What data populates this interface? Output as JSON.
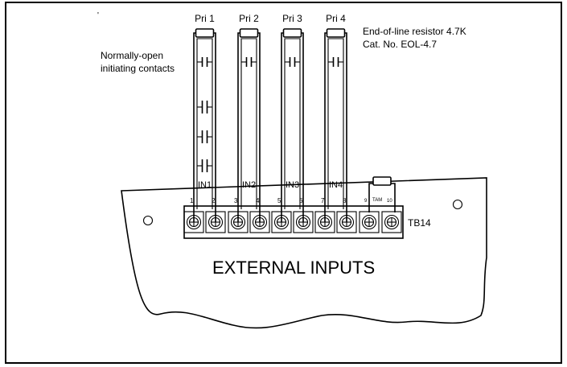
{
  "primaries": [
    "Pri 1",
    "Pri 2",
    "Pri 3",
    "Pri 4"
  ],
  "input_labels": [
    "IN1",
    "IN2",
    "IN3",
    "IN4"
  ],
  "terminal_numbers": [
    "1",
    "2",
    "3",
    "4",
    "5",
    "6",
    "7",
    "8",
    "9",
    "10"
  ],
  "tam_label": "TAM",
  "contacts_note": [
    "Normally-open",
    "initiating contacts"
  ],
  "resistor_note": [
    "End-of-line resistor 4.7K",
    "Cat. No. EOL-4.7"
  ],
  "terminal_block_label": "TB14",
  "board_title": "EXTERNAL INPUTS",
  "stray_mark": "'"
}
